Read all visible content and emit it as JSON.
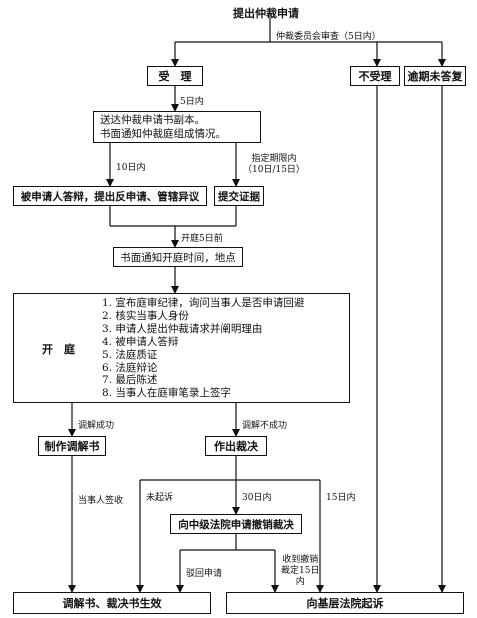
{
  "diagram": {
    "title": "提出仲裁申请",
    "review_label": "仲裁委员会审查（5日内）",
    "accept": "受　理",
    "reject": "不受理",
    "overdue": "逾期未答复",
    "accept_days": "5日内",
    "serve_line1": "送达仲裁申请书副本。",
    "serve_line2": "书面通知仲裁庭组成情况。",
    "ten_days": "10日内",
    "deadline_line1": "指定期限内",
    "deadline_line2": "（10日/15日）",
    "respondent": "被申请人答辩，提出反申请、管辖异议",
    "evidence": "提交证据",
    "before_hearing": "开庭5日前",
    "notify_hearing": "书面通知开庭时间，地点",
    "hearing": "开　庭",
    "hearing_steps": [
      "1. 宣布庭审纪律，询问当事人是否申请回避",
      "2. 核实当事人身份",
      "3. 申请人提出仲裁请求并阐明理由",
      "4. 被申请人答辩",
      "5. 法庭质证",
      "6. 法庭辩论",
      "7. 最后陈述",
      "8. 当事人在庭审笔录上签字"
    ],
    "mediation_success": "调解成功",
    "mediation_fail": "调解不成功",
    "mediation_doc": "制作调解书",
    "award": "作出裁决",
    "parties_sign": "当事人签收",
    "no_suit": "未起诉",
    "thirty_days": "30日内",
    "fifteen_days": "15日内",
    "apply_revoke": "向中级法院申请撤销裁决",
    "reject_app": "驳回申请",
    "revoke_line1": "收到撤销",
    "revoke_line2": "裁定15日",
    "revoke_line3": "内",
    "effective": "调解书、裁决书生效",
    "sue": "向基层法院起诉"
  }
}
